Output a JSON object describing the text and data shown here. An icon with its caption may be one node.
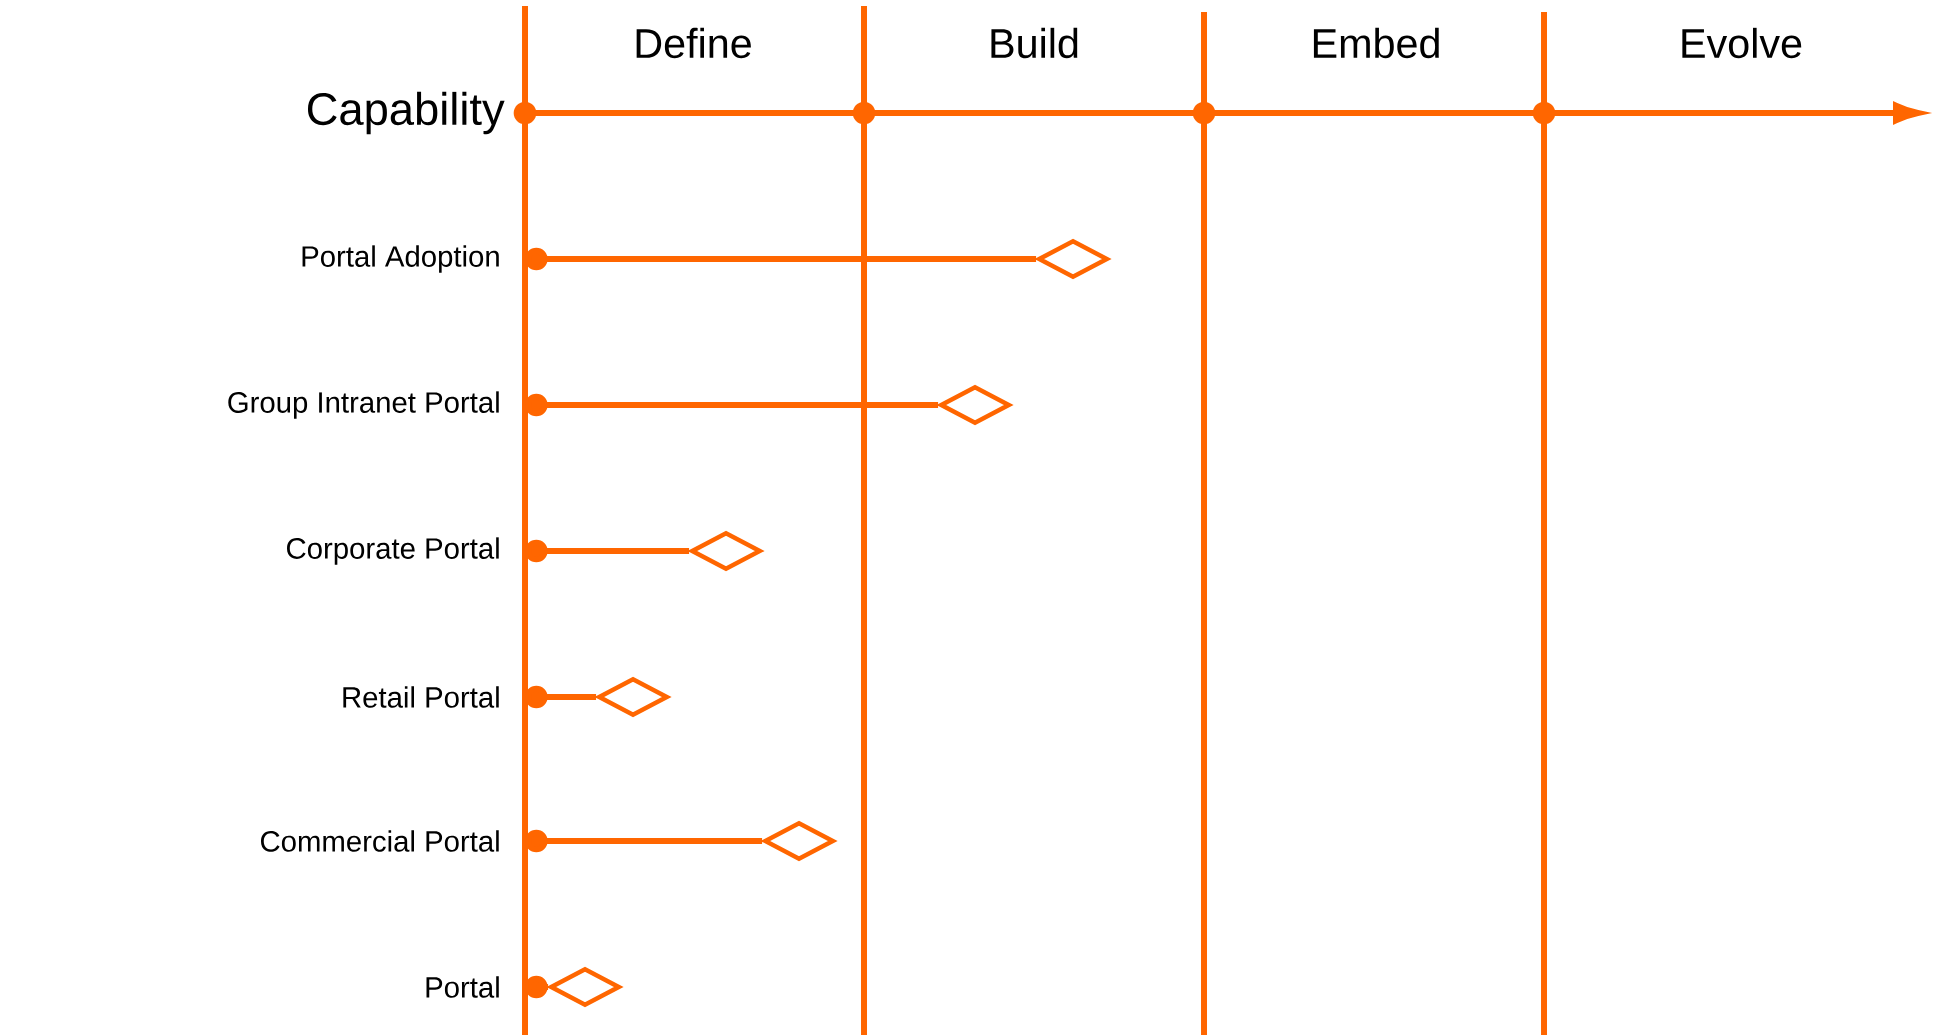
{
  "diagram": {
    "nodes": [
      {
        "text": [
          "Portal Adoption"
        ]
      },
      {
        "text": [
          "Group Intranet Portal"
        ]
      },
      {
        "text": [
          "Corporate Portal"
        ]
      },
      {
        "text": [
          "Retail Portal"
        ]
      },
      {
        "text": [
          "Commercial Portal"
        ]
      },
      {
        "text": [
          "Portal"
        ]
      },
      {
        "text": [],
        "shape": "diamond"
      },
      {
        "text": [],
        "shape": "diamond"
      },
      {
        "text": [],
        "shape": "diamond"
      },
      {
        "text": [],
        "shape": "diamond"
      },
      {
        "text": [],
        "shape": "diamond"
      },
      {
        "text": [],
        "shape": "diamond"
      }
    ],
    "edges": [
      {
        "from": 0,
        "to": 6,
        "arrow": "other"
      },
      {
        "from": 1,
        "to": 7,
        "arrow": "other"
      },
      {
        "from": 2,
        "to": 8,
        "arrow": "other"
      },
      {
        "from": 3,
        "to": 9,
        "arrow": "other"
      },
      {
        "from": 4,
        "to": 10,
        "arrow": "other"
      },
      {
        "from": 5,
        "to": 11,
        "arrow": "other"
      }
    ],
    "labels": [
      "Capability",
      "Define",
      "Build",
      "Embed",
      "Evolve"
    ]
  }
}
